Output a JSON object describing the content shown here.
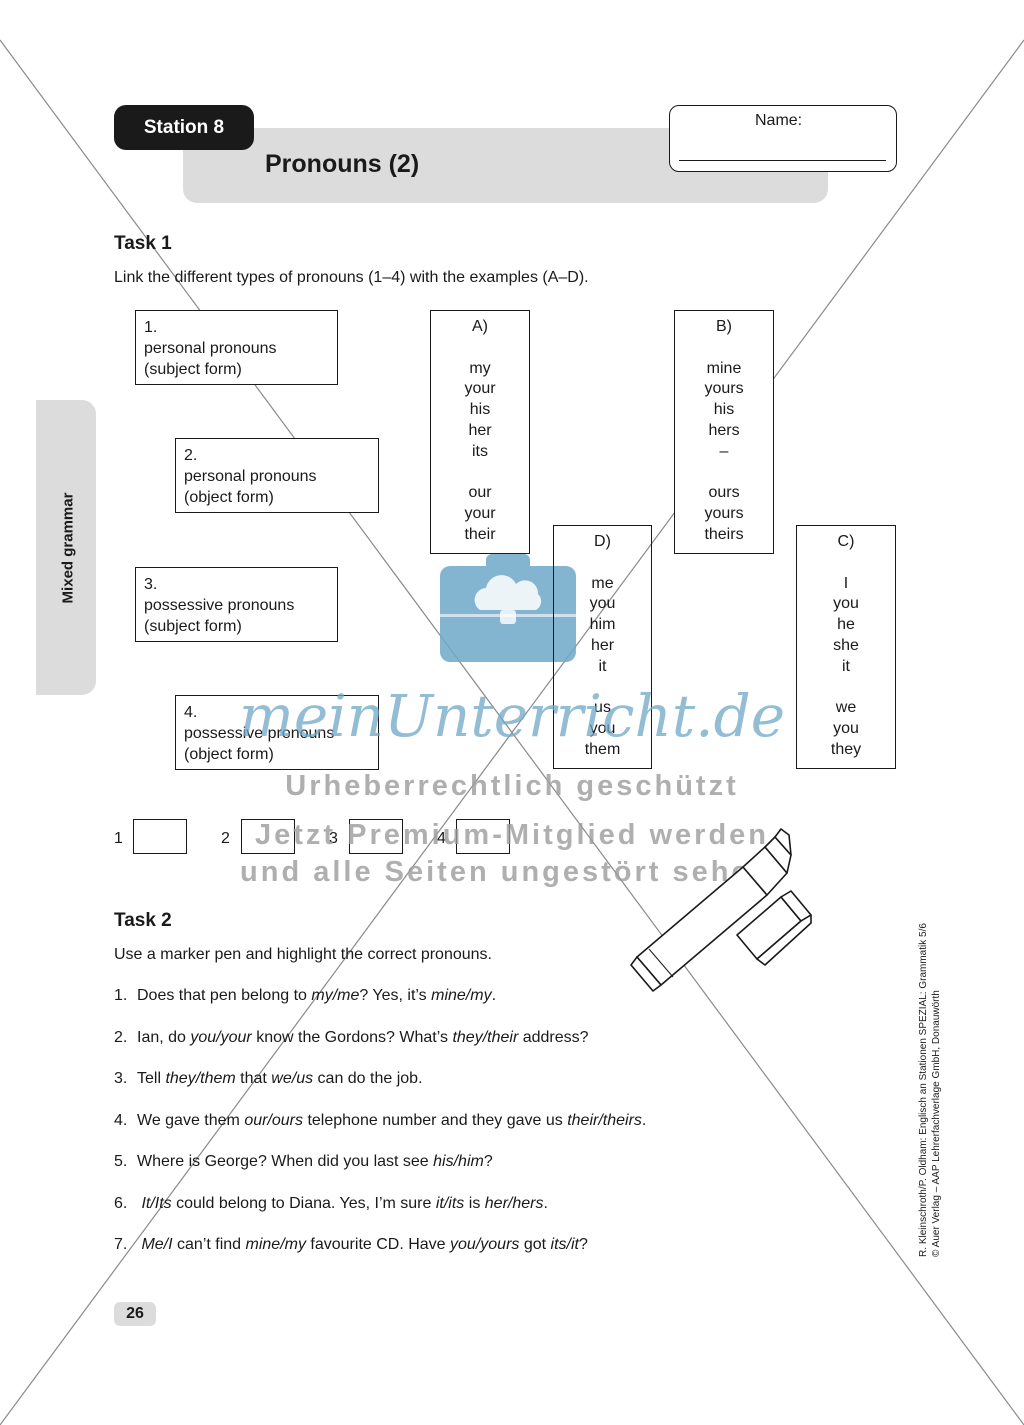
{
  "header": {
    "station": "Station 8",
    "title": "Pronouns (2)",
    "name_label": "Name:"
  },
  "side_tab": "Mixed grammar",
  "task1": {
    "heading": "Task 1",
    "instruction": "Link the different types of pronouns (1–4) with the examples (A–D).",
    "types": [
      {
        "num": "1.",
        "line1": "personal pronouns",
        "line2": "(subject form)"
      },
      {
        "num": "2.",
        "line1": "personal pronouns",
        "line2": "(object form)"
      },
      {
        "num": "3.",
        "line1": "possessive pronouns",
        "line2": "(subject form)"
      },
      {
        "num": "4.",
        "line1": "possessive pronouns",
        "line2": "(object form)"
      }
    ],
    "columns": [
      {
        "label": "A)",
        "words": [
          "",
          "my",
          "your",
          "his",
          "her",
          "its",
          "",
          "our",
          "your",
          "their"
        ]
      },
      {
        "label": "B)",
        "words": [
          "",
          "mine",
          "yours",
          "his",
          "hers",
          "–",
          "",
          "ours",
          "yours",
          "theirs"
        ]
      },
      {
        "label": "D)",
        "words": [
          "",
          "me",
          "you",
          "him",
          "her",
          "it",
          "",
          "us",
          "you",
          "them"
        ]
      },
      {
        "label": "C)",
        "words": [
          "",
          "I",
          "you",
          "he",
          "she",
          "it",
          "",
          "we",
          "you",
          "they"
        ]
      }
    ],
    "answer_labels": [
      "1",
      "2",
      "3",
      "4"
    ]
  },
  "task2": {
    "heading": "Task 2",
    "instruction": "Use a marker pen and highlight the correct pronouns.",
    "sentences": [
      {
        "n": "1.",
        "parts": [
          [
            "Does that pen belong to ",
            false
          ],
          [
            "my/me",
            true
          ],
          [
            "? Yes, it’s ",
            false
          ],
          [
            "mine/my",
            true
          ],
          [
            ".",
            false
          ]
        ]
      },
      {
        "n": "2.",
        "parts": [
          [
            "Ian, do ",
            false
          ],
          [
            "you/your",
            true
          ],
          [
            " know the Gordons? What’s ",
            false
          ],
          [
            "they/their",
            true
          ],
          [
            " address?",
            false
          ]
        ]
      },
      {
        "n": "3.",
        "parts": [
          [
            "Tell ",
            false
          ],
          [
            "they/them",
            true
          ],
          [
            " that ",
            false
          ],
          [
            "we/us",
            true
          ],
          [
            " can do the job.",
            false
          ]
        ]
      },
      {
        "n": "4.",
        "parts": [
          [
            "We gave them ",
            false
          ],
          [
            "our/ours",
            true
          ],
          [
            " telephone number and they gave us ",
            false
          ],
          [
            "their/theirs",
            true
          ],
          [
            ".",
            false
          ]
        ]
      },
      {
        "n": "5.",
        "parts": [
          [
            "Where is George? When did you last see ",
            false
          ],
          [
            "his/him",
            true
          ],
          [
            "?",
            false
          ]
        ]
      },
      {
        "n": "6.",
        "parts": [
          [
            " ",
            false
          ],
          [
            "It/Its",
            true
          ],
          [
            " could belong to Diana. Yes, I’m sure ",
            false
          ],
          [
            "it/its",
            true
          ],
          [
            " is ",
            false
          ],
          [
            "her/hers",
            true
          ],
          [
            ".",
            false
          ]
        ]
      },
      {
        "n": "7.",
        "parts": [
          [
            " ",
            false
          ],
          [
            "Me/I",
            true
          ],
          [
            " can’t find ",
            false
          ],
          [
            "mine/my",
            true
          ],
          [
            " favourite CD. Have ",
            false
          ],
          [
            "you/yours",
            true
          ],
          [
            " got ",
            false
          ],
          [
            "its/it",
            true
          ],
          [
            "?",
            false
          ]
        ]
      }
    ]
  },
  "watermark": {
    "brand": "meinUnterricht.de",
    "line1": "Urheberrechtlich geschützt",
    "line2": "Jetzt Premium-Mitglied werden",
    "line3": "und alle Seiten ungestört sehen!"
  },
  "credit": {
    "line1": "R. Kleinschroth/P. Oldham: Englisch an Stationen SPEZIAL: Grammatik 5/6",
    "line2": "© Auer Verlag – AAP Lehrerfachverlage GmbH, Donauwörth"
  },
  "page_number": "26",
  "colors": {
    "badge": "#1a1a1a",
    "panel": "#dcdcdc",
    "watermark_blue": "#6fa8c8"
  }
}
